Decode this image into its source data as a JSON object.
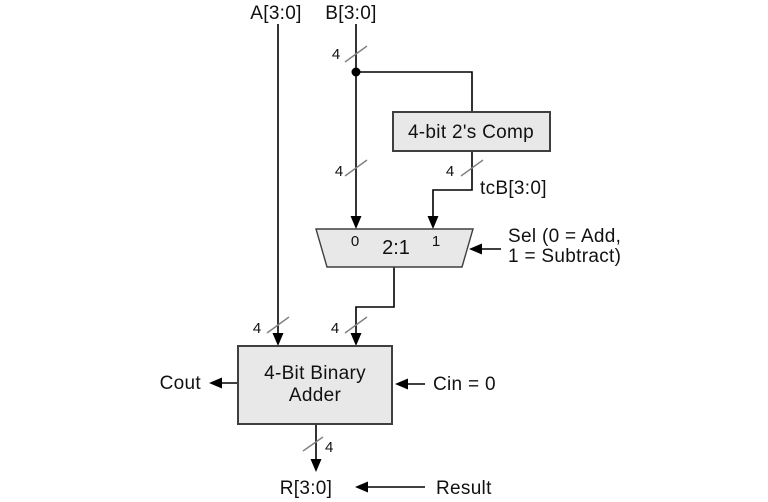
{
  "labels": {
    "input_a": "A[3:0]",
    "input_b": "B[3:0]",
    "bus_width": "4",
    "tcb": "tcB[3:0]",
    "sel_line1": "Sel (0 = Add,",
    "sel_line2": "1 = Subtract)",
    "cout": "Cout",
    "cin": "Cin = 0",
    "result_bus": "R[3:0]",
    "result": "Result"
  },
  "blocks": {
    "twos_comp": {
      "label": "4-bit 2's Comp"
    },
    "mux": {
      "label": "2:1",
      "input0": "0",
      "input1": "1"
    },
    "adder": {
      "label_line1": "4-Bit Binary",
      "label_line2": "Adder"
    }
  },
  "colors": {
    "background": "#ffffff",
    "block_fill": "#e8e8e8",
    "block_border": "#3f3f3f",
    "wire": "#000000",
    "slash": "#828282",
    "text": "#111111"
  }
}
